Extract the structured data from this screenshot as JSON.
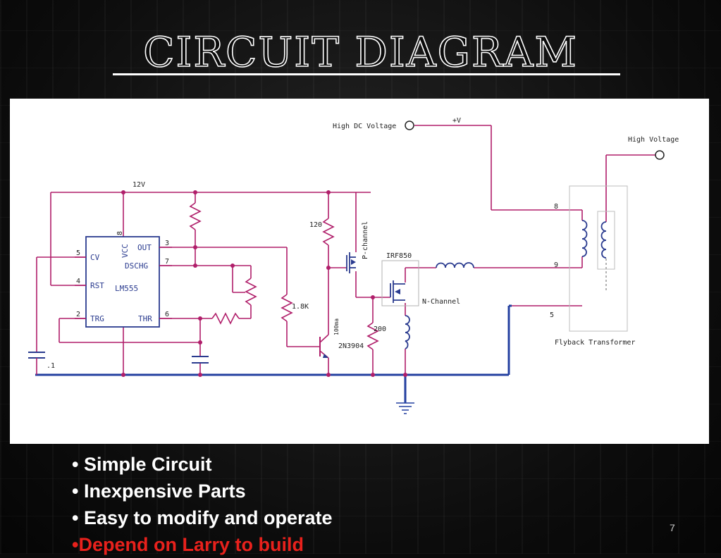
{
  "slide": {
    "title": "CIRCUIT DIAGRAM",
    "number": "7",
    "bullets": [
      {
        "marker": "• ",
        "text": "Simple Circuit"
      },
      {
        "marker": "• ",
        "text": "Inexpensive Parts"
      },
      {
        "marker": "• ",
        "text": "Easy to modify and operate"
      },
      {
        "marker": "•",
        "text": "Depend on Larry to build"
      }
    ]
  },
  "diagram": {
    "labels": {
      "high_dc_voltage": "High DC Voltage",
      "plus_v": "+V",
      "high_voltage": "High Voltage",
      "supply_12v": "12V",
      "ic_name": "LM555",
      "pin_cv": "CV",
      "pin_rst": "RST",
      "pin_trg": "TRG",
      "pin_vcc": "VCC",
      "pin_out": "OUT",
      "pin_dschg": "DSCHG",
      "pin_thr": "THR",
      "pin_5": "5",
      "pin_4": "4",
      "pin_2": "2",
      "pin_8": "8",
      "pin_3": "3",
      "pin_7": "7",
      "pin_6": "6",
      "cap_value": ".1",
      "r_120": "120",
      "r_1_8k": "1.8K",
      "r_200": "200",
      "r_100ma": "100ma",
      "p_channel": "P-channel",
      "n_channel": "N-Channel",
      "irf850": "IRF850",
      "transistor": "2N3904",
      "tx_pin_8": "8",
      "tx_pin_9": "9",
      "tx_pin_5": "5",
      "flyback": "Flyback Transformer"
    },
    "colors": {
      "wire": "#b01e6a",
      "ground_bus": "#2440a0",
      "component": "#2a3b8f",
      "text": "#222222"
    }
  }
}
